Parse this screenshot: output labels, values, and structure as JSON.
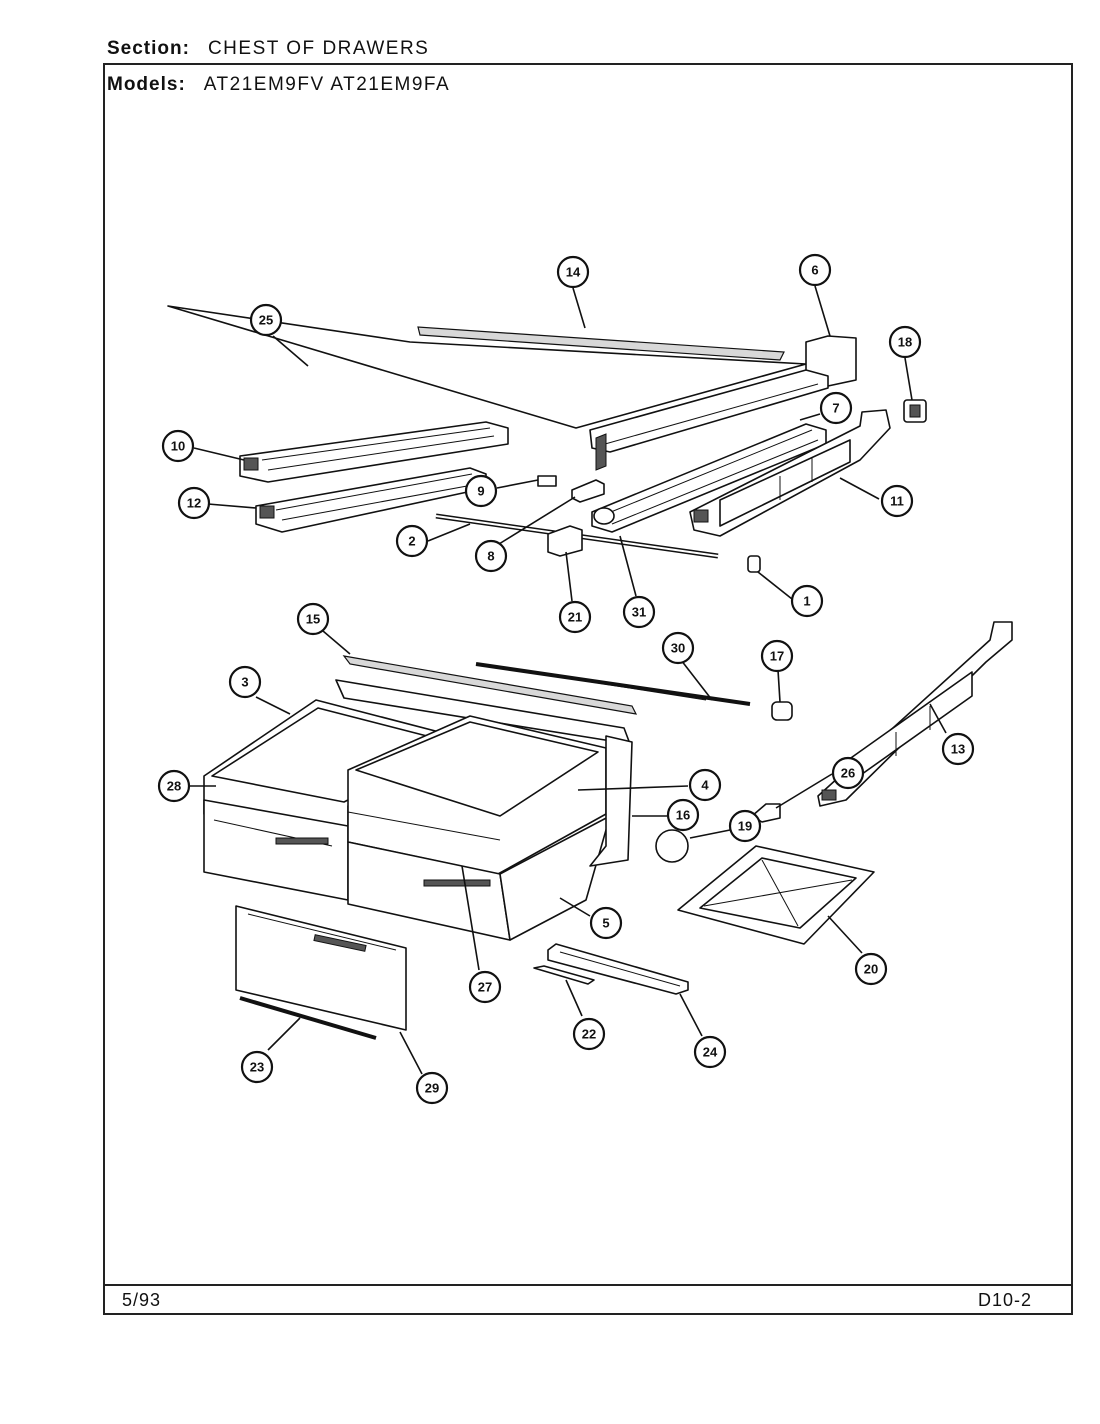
{
  "header": {
    "section_label": "Section:",
    "section_value": "CHEST OF DRAWERS",
    "models_label": "Models:",
    "models_value": "AT21EM9FV   AT21EM9FA"
  },
  "footer": {
    "date": "5/93",
    "code": "D10-2"
  },
  "callouts": [
    "14",
    "6",
    "25",
    "18",
    "10",
    "7",
    "9",
    "12",
    "11",
    "2",
    "8",
    "21",
    "31",
    "1",
    "15",
    "30",
    "17",
    "3",
    "13",
    "28",
    "4",
    "26",
    "16",
    "19",
    "5",
    "20",
    "27",
    "22",
    "24",
    "23",
    "29"
  ]
}
